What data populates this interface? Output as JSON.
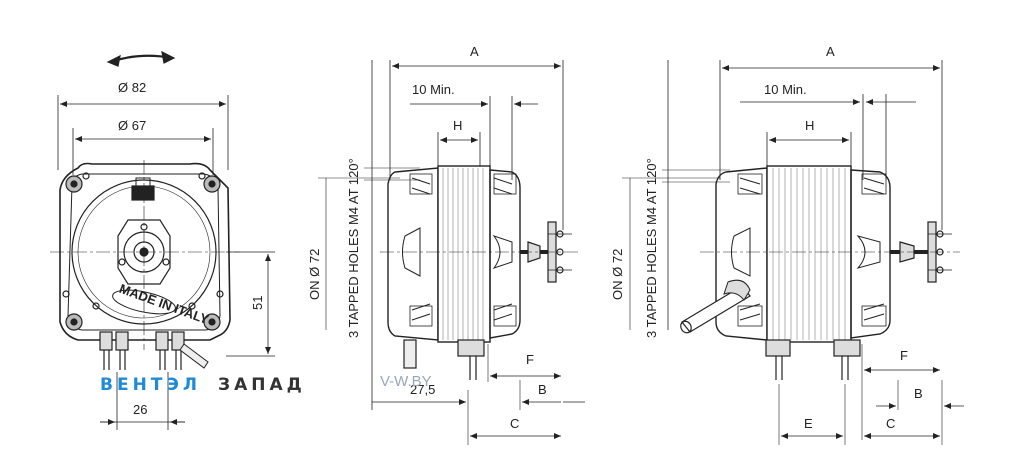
{
  "labels": {
    "dia82": "Ø 82",
    "dia67": "Ø 67",
    "d51": "51",
    "d26": "26",
    "made_in_italy": "MADE IN ITALY",
    "A": "A",
    "ten_min": "10  Min.",
    "H": "H",
    "F": "F",
    "B": "B",
    "C": "C",
    "E": "E",
    "d27_5": "27,5",
    "side_text_1": "3 TAPPED HOLES M4  AT 120°",
    "side_text_2": "ON  Ø 72"
  },
  "watermark": {
    "part1": "ВЕНТЭЛ",
    "part2": "ЗАПАД",
    "site": "V-W.BY"
  }
}
